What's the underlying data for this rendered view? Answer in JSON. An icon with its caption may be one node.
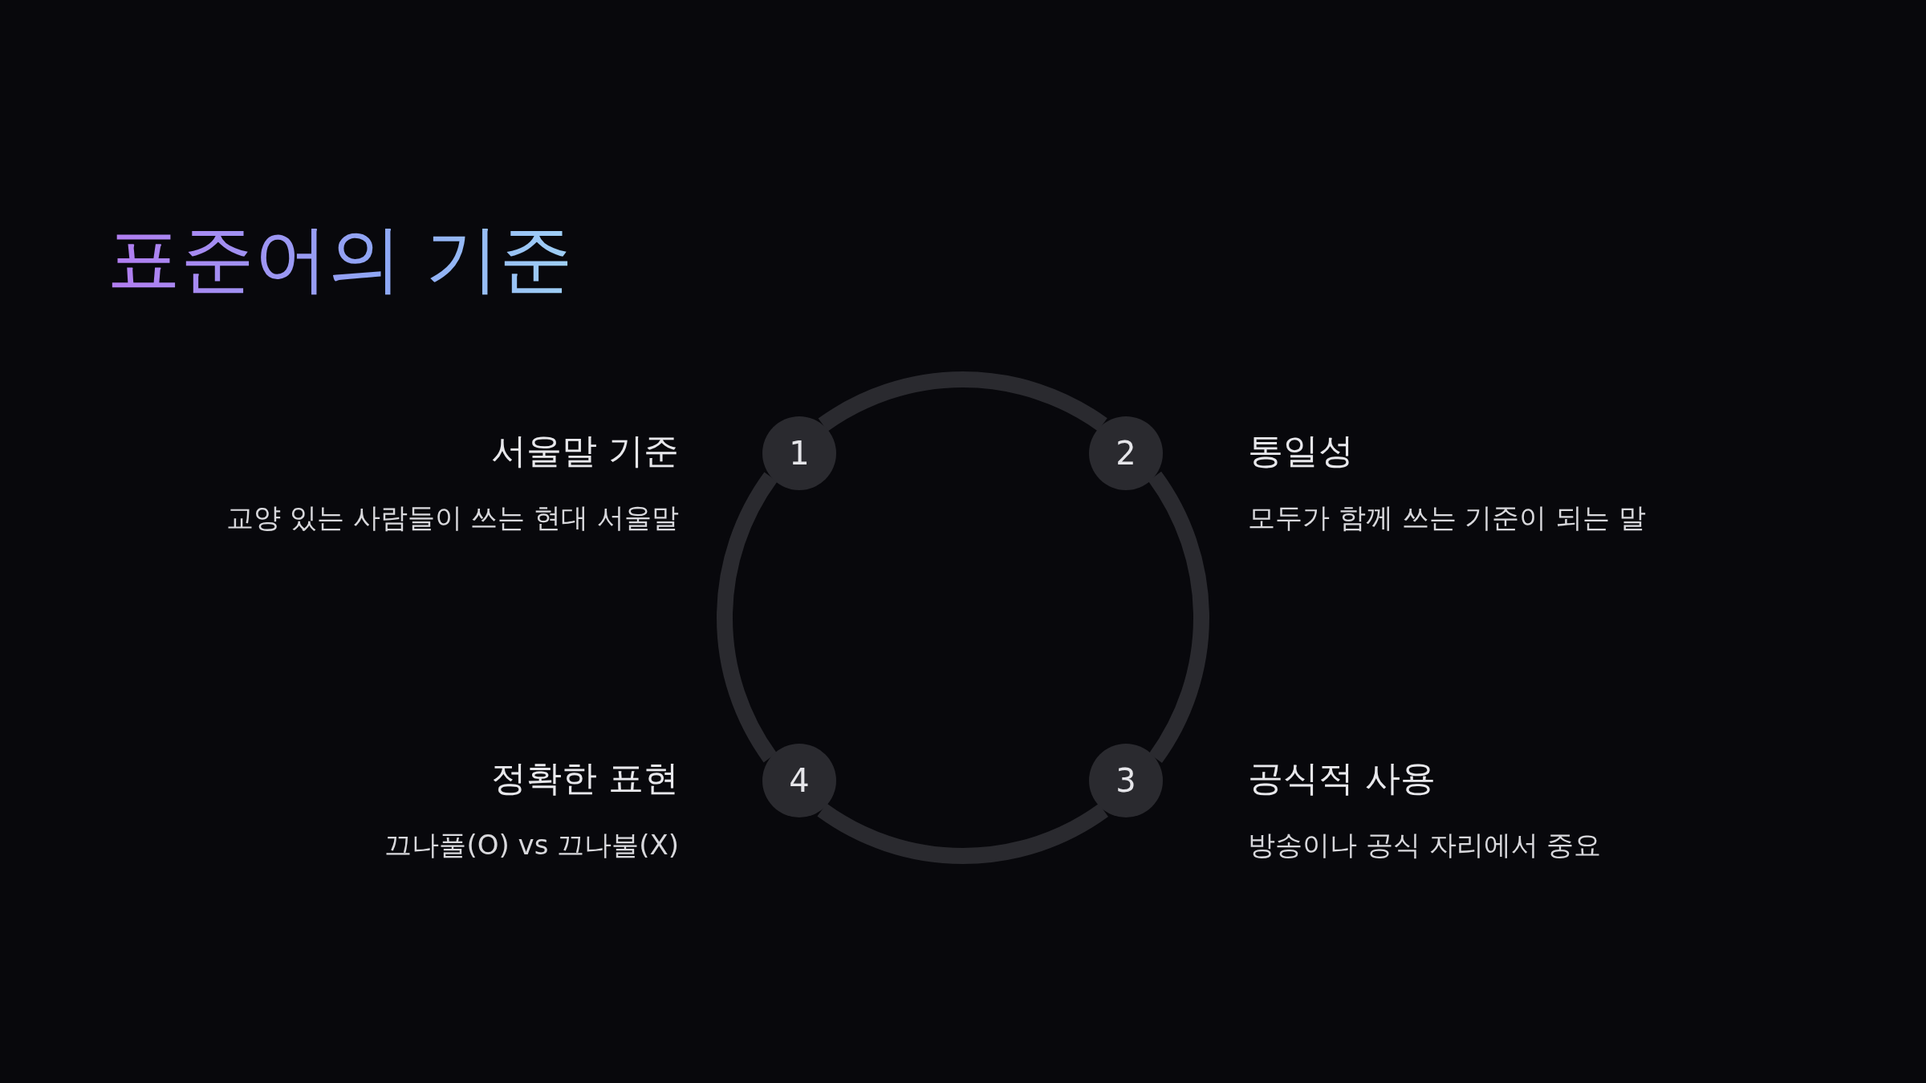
{
  "diagram": {
    "title": "표준어의 기준",
    "nodes": [
      {
        "text": [
          "1"
        ],
        "beside": [
          "서울말 기준",
          "교양 있는 사람들이 쓰는 현대 서울말"
        ]
      },
      {
        "text": [
          "2"
        ],
        "beside": [
          "통일성",
          "모두가 함께 쓰는 기준이 되는 말"
        ]
      },
      {
        "text": [
          "3"
        ],
        "beside": [
          "공식적 사용",
          "방송이나 공식 자리에서 중요"
        ]
      },
      {
        "text": [
          "4"
        ],
        "beside": [
          "정확한 표현",
          "끄나풀(O) vs 끄나불(X)"
        ]
      }
    ],
    "edges": [
      {
        "from": 0,
        "to": 1,
        "arrow": "none"
      },
      {
        "from": 1,
        "to": 2,
        "arrow": "none"
      },
      {
        "from": 2,
        "to": 3,
        "arrow": "none"
      },
      {
        "from": 3,
        "to": 0,
        "arrow": "none"
      }
    ]
  }
}
